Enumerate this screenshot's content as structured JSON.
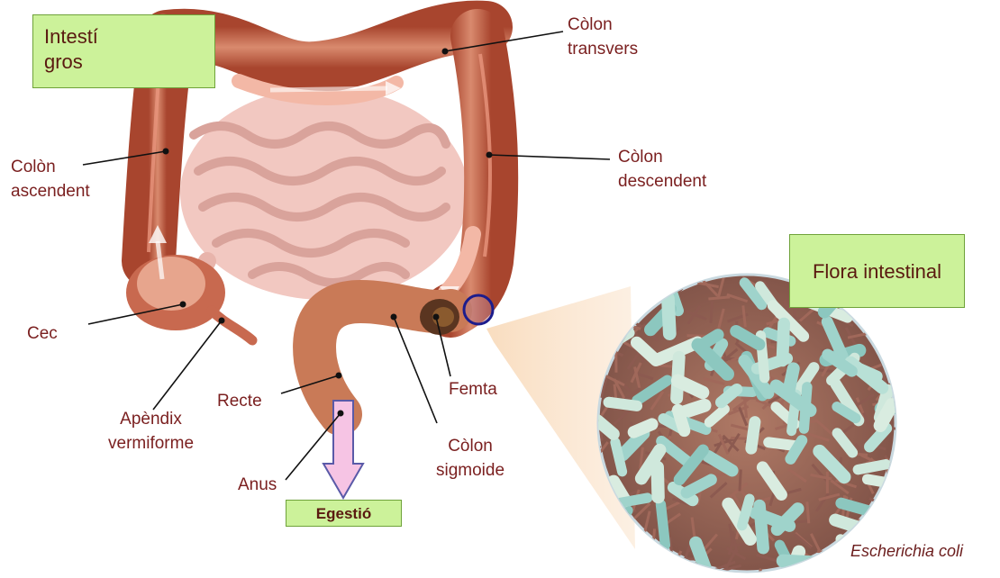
{
  "title_box": "Intestí\ngros",
  "labels": {
    "colon_transvers": "Còlon\ntransvers",
    "colon_ascendent": "Colòn\nascendent",
    "colon_descendent": "Còlon\ndescendent",
    "cec": "Cec",
    "apendix": "Apèndix\nvermiforme",
    "recte": "Recte",
    "anus": "Anus",
    "femta": "Femta",
    "colon_sigmoide": "Còlon\nsigmoide"
  },
  "egestio_box": "Egestió",
  "flora_box": "Flora intestinal",
  "caption": "Escherichia coli",
  "colors": {
    "label_text": "#7a1f1f",
    "box_fill": "#ccf29a",
    "colon_tissue": "#c8694f",
    "small_intestine": "#f2c8c1",
    "arrow_pink": "#f6c4e4",
    "magnifier_circle": "#1c1c8c"
  }
}
